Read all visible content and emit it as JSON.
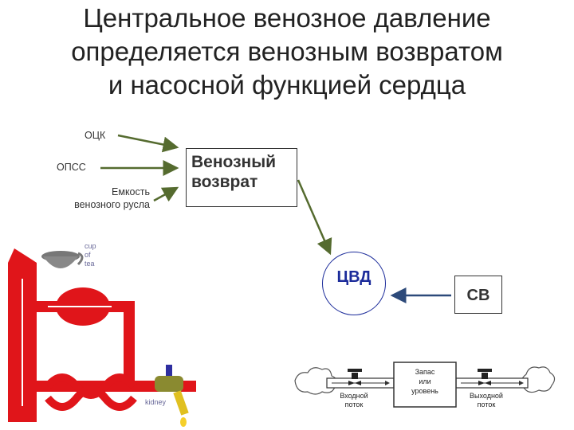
{
  "slide": {
    "title_lines": [
      "Центральное венозное давление",
      "определяется венозным возвратом",
      "и насосной функцией сердца"
    ]
  },
  "factors": {
    "ock": "ОЦК",
    "opss": "ОПСС",
    "capacity_line1": "Емкость",
    "capacity_line2": "венозного русла"
  },
  "venous_return": {
    "line1": "Венозный",
    "line2": "возврат"
  },
  "cvp_label": "ЦВД",
  "cardiac_output_label": "СВ",
  "model": {
    "cup_label": [
      "cup",
      "of",
      "tea"
    ],
    "kidney_label": "kidney"
  },
  "flow_diagram": {
    "inflow_label": [
      "Входной",
      "поток"
    ],
    "reservoir_label": [
      "Запас",
      "или",
      "уровень"
    ],
    "outflow_label": [
      "Выходной",
      "поток"
    ]
  },
  "colors": {
    "arrow": "#556b2f",
    "cvp_blue": "#1b2b9a",
    "model_red": "#e0151a"
  }
}
